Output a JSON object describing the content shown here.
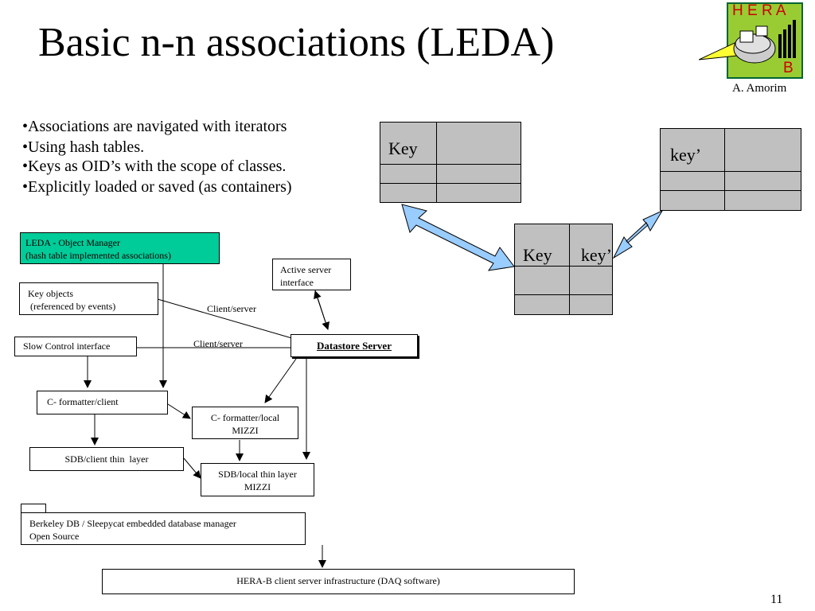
{
  "slide": {
    "title": "Basic n-n associations (LEDA)",
    "author": "A. Amorim",
    "page_number": "11"
  },
  "logo": {
    "top_text": "H E R A",
    "bottom_text": "B"
  },
  "bullets": [
    "•Associations are navigated with iterators",
    "•Using hash tables.",
    "•Keys as OID’s with the scope of classes.",
    "•Explicitly loaded or saved (as containers)"
  ],
  "tables": {
    "left_key": "Key",
    "right_key": "key’",
    "center_key_a": "Key",
    "center_key_b": "key’"
  },
  "diagram": {
    "leda_line1": "LEDA - Object Manager",
    "leda_line2": "(hash table implemented associations)",
    "active_line1": "Active server",
    "active_line2": "interface",
    "key_objects_line1": "Key objects",
    "key_objects_line2": " (referenced by events)",
    "client_server_1": "Client/server",
    "slow_control": "Slow Control interface",
    "client_server_2": "Client/server",
    "datastore": "Datastore Server",
    "c_formatter_client": "C- formatter/client",
    "c_formatter_local_line1": "C- formatter/local",
    "c_formatter_local_line2": "MIZZI",
    "sdb_client": "SDB/client thin  layer",
    "sdb_local_line1": "SDB/local thin layer",
    "sdb_local_line2": "MIZZI",
    "berkeley_line1": "Berkeley DB / Sleepycat embedded database manager",
    "berkeley_line2": "Open Source",
    "herab_infra": "HERA-B client server infrastructure (DAQ software)"
  }
}
